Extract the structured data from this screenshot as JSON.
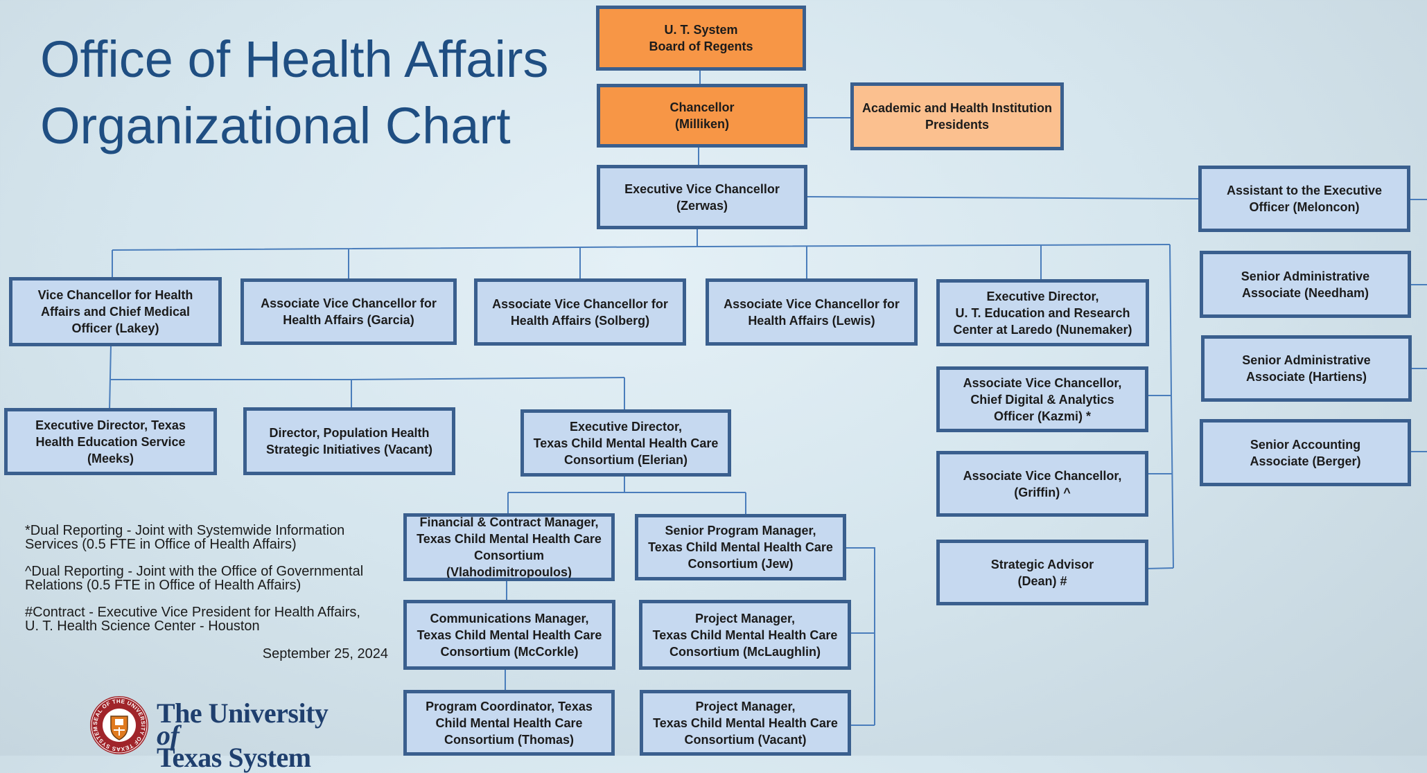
{
  "title": "Office of Health Affairs\nOrganizational Chart",
  "boxes": {
    "regents": "U. T. System\nBoard of Regents",
    "chancellor": "Chancellor\n(Milliken)",
    "presidents": "Academic and Health Institution\nPresidents",
    "evc": "Executive Vice Chancellor\n(Zerwas)",
    "assistant_eo": "Assistant to the Executive\nOfficer (Meloncon)",
    "sr_admin_needham": "Senior Administrative\nAssociate (Needham)",
    "sr_admin_hartiens": "Senior Administrative\nAssociate (Hartiens)",
    "sr_accounting": "Senior Accounting\nAssociate (Berger)",
    "vc_lakey": "Vice Chancellor for Health\nAffairs and Chief Medical\nOfficer (Lakey)",
    "avc_garcia": "Associate Vice Chancellor for\nHealth Affairs (Garcia)",
    "avc_solberg": "Associate Vice Chancellor for\nHealth Affairs (Solberg)",
    "avc_lewis": "Associate Vice Chancellor for\nHealth Affairs (Lewis)",
    "ed_nunemaker": "Executive Director,\nU. T. Education and Research\nCenter at Laredo (Nunemaker)",
    "avc_kazmi": "Associate Vice Chancellor,\nChief Digital & Analytics\nOfficer (Kazmi) *",
    "avc_griffin": "Associate Vice Chancellor,\n(Griffin) ^",
    "advisor_dean": "Strategic Advisor\n(Dean) #",
    "ed_meeks": "Executive Director, Texas\nHealth Education Service\n(Meeks)",
    "dir_pop_health": "Director, Population Health\nStrategic Initiatives (Vacant)",
    "ed_elerian": "Executive Director,\nTexas Child Mental Health Care\nConsortium (Elerian)",
    "fin_manager": "Financial & Contract Manager,\nTexas Child Mental Health Care\nConsortium\n(Vlahodimitropoulos)",
    "comm_manager": "Communications Manager,\nTexas Child Mental Health Care\nConsortium (McCorkle)",
    "program_coord": "Program Coordinator, Texas\nChild Mental Health Care\nConsortium (Thomas)",
    "sr_program_manager": "Senior Program Manager,\nTexas Child Mental Health Care\nConsortium (Jew)",
    "pm_mclaughlin": "Project Manager,\nTexas Child Mental Health Care\nConsortium (McLaughlin)",
    "pm_vacant": "Project Manager,\nTexas Child Mental Health Care\nConsortium (Vacant)"
  },
  "notes": [
    "*Dual Reporting - Joint with Systemwide Information\n Services (0.5 FTE in Office of Health Affairs)",
    "^Dual Reporting - Joint with the Office of Governmental\nRelations (0.5 FTE in Office of Health Affairs)",
    "#Contract - Executive Vice President for Health Affairs,\nU. T. Health Science Center - Houston"
  ],
  "date": "September 25, 2024",
  "logo": {
    "line1": "The University ",
    "of": "of",
    "line2": "Texas System",
    "seal_text": "SEAL OF THE UNIVERSITY OF TEXAS SYSTEM"
  },
  "colors": {
    "title": "#1f4e82",
    "box_fill": "#c6d9f0",
    "box_border": "#3a5f8e",
    "connector": "#4a7dbb",
    "top_fill": "#f79646",
    "presidents_fill": "#fbc08f"
  }
}
